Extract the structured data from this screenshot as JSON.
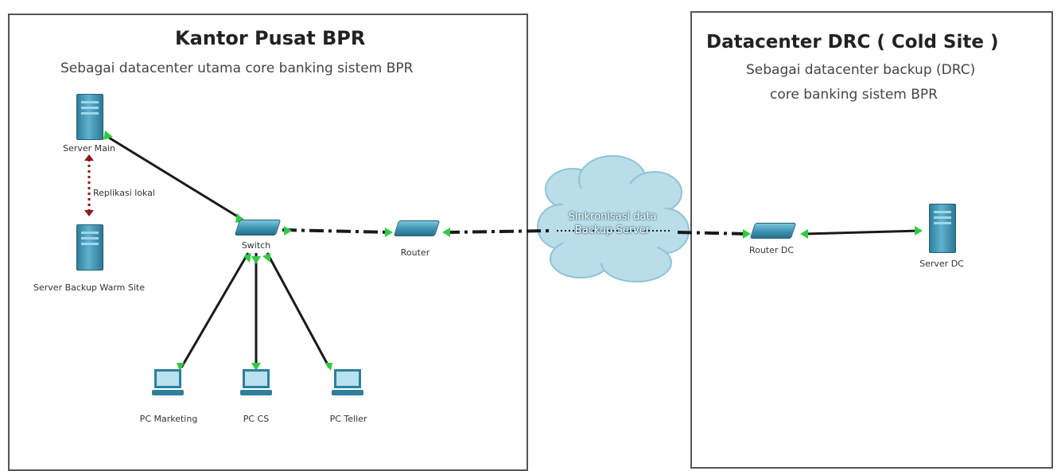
{
  "left_panel": {
    "title": "Kantor Pusat BPR",
    "subtitle": "Sebagai datacenter utama core banking sistem BPR"
  },
  "right_panel": {
    "title": "Datacenter DRC (  Cold Site  )",
    "subtitle_line1": "Sebagai datacenter backup (DRC)",
    "subtitle_line2": "core banking sistem BPR"
  },
  "devices": {
    "server_main": "Server Main",
    "server_backup": "Server Backup Warm Site",
    "switch": "Switch",
    "router": "Router",
    "pc_marketing": "PC Marketing",
    "pc_cs": "PC CS",
    "pc_teller": "PC Teller",
    "router_dc": "Router DC",
    "server_dc": "Server DC"
  },
  "links": {
    "replication": "Replikasi lokal"
  },
  "cloud": {
    "line1": "Sinkronisasi data",
    "line2": "Backup Server"
  },
  "colors": {
    "device": "#3c93b3",
    "link_end": "#2ecc40",
    "cloud": "#b9dde9",
    "wire": "#1a1a1a"
  }
}
